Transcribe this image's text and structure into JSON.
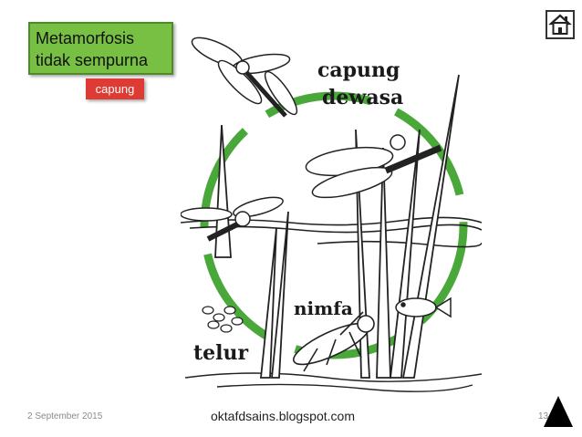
{
  "slide": {
    "title": "Metamorfosis tidak sempurna",
    "title_line1": "Metamorfosis",
    "title_line2": "tidak sempurna",
    "tag": "capung",
    "date": "2 September 2015",
    "source": "oktafdsains.blogspot.com",
    "page_number": "13"
  },
  "diagram": {
    "label_adult_line1": "capung",
    "label_adult_line2": "dewasa",
    "label_nymph": "nimfa",
    "label_egg": "telur"
  },
  "icons": {
    "home": "home-icon",
    "next": "triangle-up-icon"
  },
  "colors": {
    "title_bg": "#77c043",
    "tag_bg": "#dd3b34",
    "cycle_ring": "#4aa83a"
  }
}
